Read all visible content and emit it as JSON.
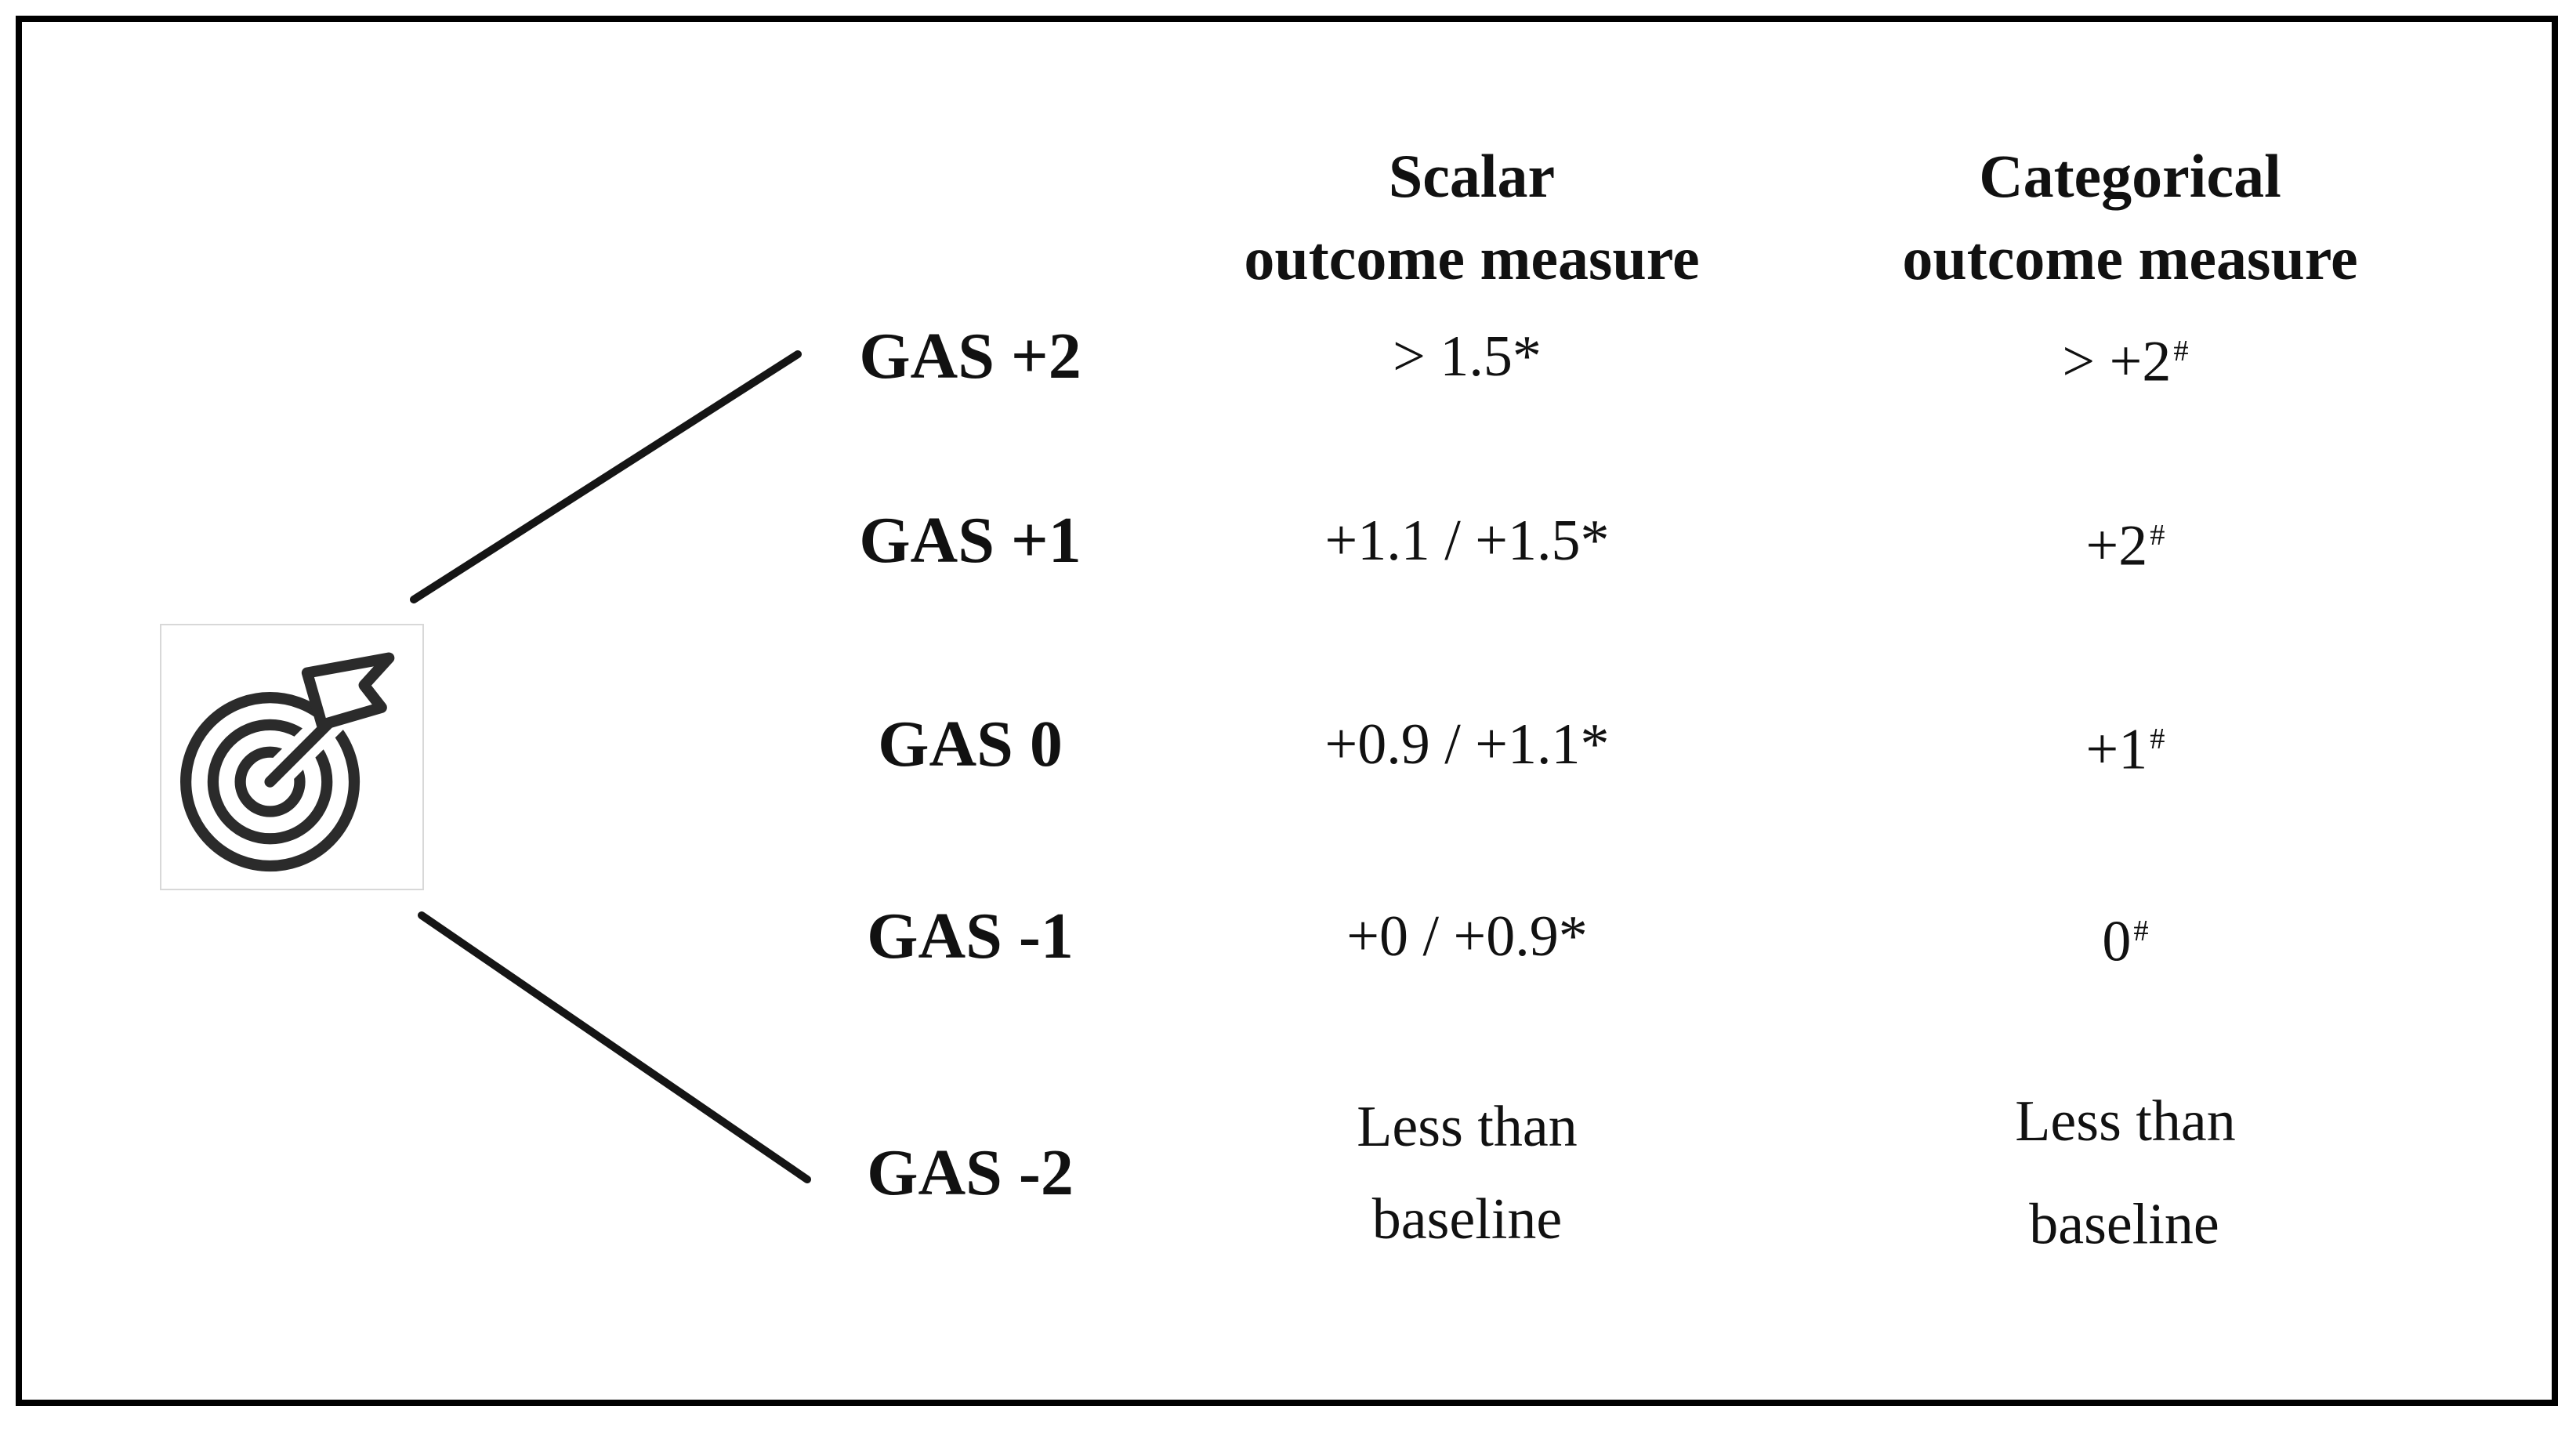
{
  "figure": {
    "type": "goal-attainment-scaling-diagram",
    "headers": {
      "scalar": {
        "line1": "Scalar",
        "line2": "outcome measure"
      },
      "categorical": {
        "line1": "Categorical",
        "line2": "outcome measure"
      }
    },
    "rows": [
      {
        "gas": "GAS +2",
        "scalar": "> 1.5*",
        "categorical": "> +2",
        "categorical_sup": "#"
      },
      {
        "gas": "GAS +1",
        "scalar": "+1.1 / +1.5*",
        "categorical": "+2",
        "categorical_sup": "#"
      },
      {
        "gas": "GAS 0",
        "scalar": "+0.9 / +1.1*",
        "categorical": "+1",
        "categorical_sup": "#"
      },
      {
        "gas": "GAS -1",
        "scalar": "+0 / +0.9*",
        "categorical": "0",
        "categorical_sup": "#"
      },
      {
        "gas": "GAS -2",
        "scalar": "Less than baseline",
        "categorical": "Less than baseline",
        "categorical_sup": ""
      }
    ],
    "icon": {
      "name": "target-dart-icon"
    },
    "colors": {
      "ink": "#111111",
      "frame": "#000000",
      "icon_box_border": "#d8d8d8"
    }
  }
}
